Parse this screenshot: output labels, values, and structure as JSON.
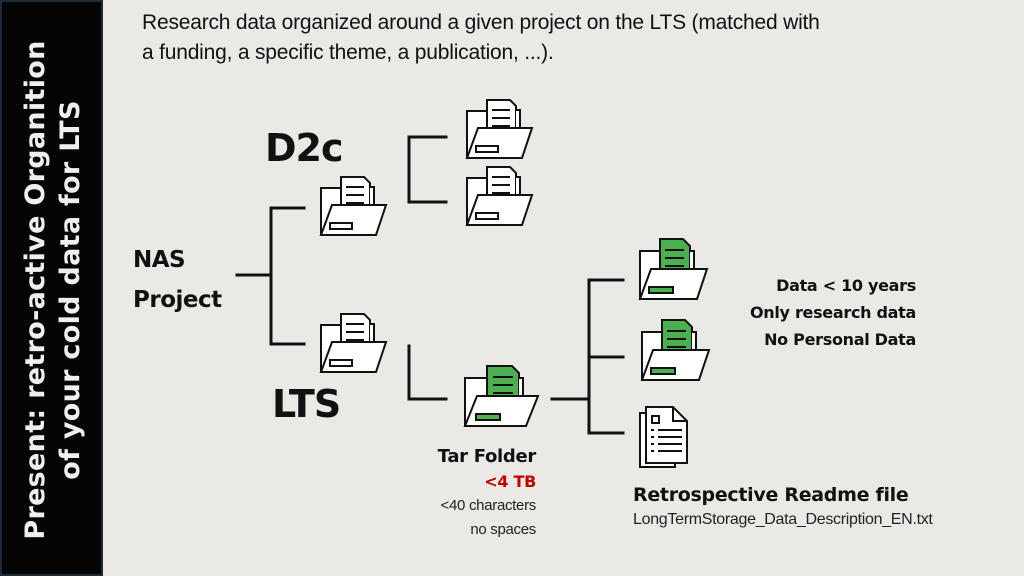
{
  "sidebar": {
    "title_line1": "Present: retro-active Organition",
    "title_line2": "of your cold data for LTS"
  },
  "intro": {
    "line1": "Research data organized around a given project on the LTS (matched with",
    "line2": "a funding, a specific theme, a publication, ...)."
  },
  "nodes": {
    "root": {
      "line1": "NAS",
      "line2": "Project"
    },
    "d2c": {
      "label": "D2c"
    },
    "lts": {
      "label": "LTS"
    },
    "tar": {
      "title": "Tar Folder",
      "size": "<4 TB",
      "rule1": "<40 characters",
      "rule2": "no spaces"
    },
    "criteria": [
      "Data < 10 years",
      "Only research data",
      "No Personal Data"
    ],
    "readme": {
      "title": "Retrospective Readme file",
      "filename": "LongTermStorage_Data_Description_EN.txt"
    }
  },
  "colors": {
    "accent_green": "#4caf50",
    "warning_red": "#c00000",
    "sidebar_bg": "#050505"
  }
}
